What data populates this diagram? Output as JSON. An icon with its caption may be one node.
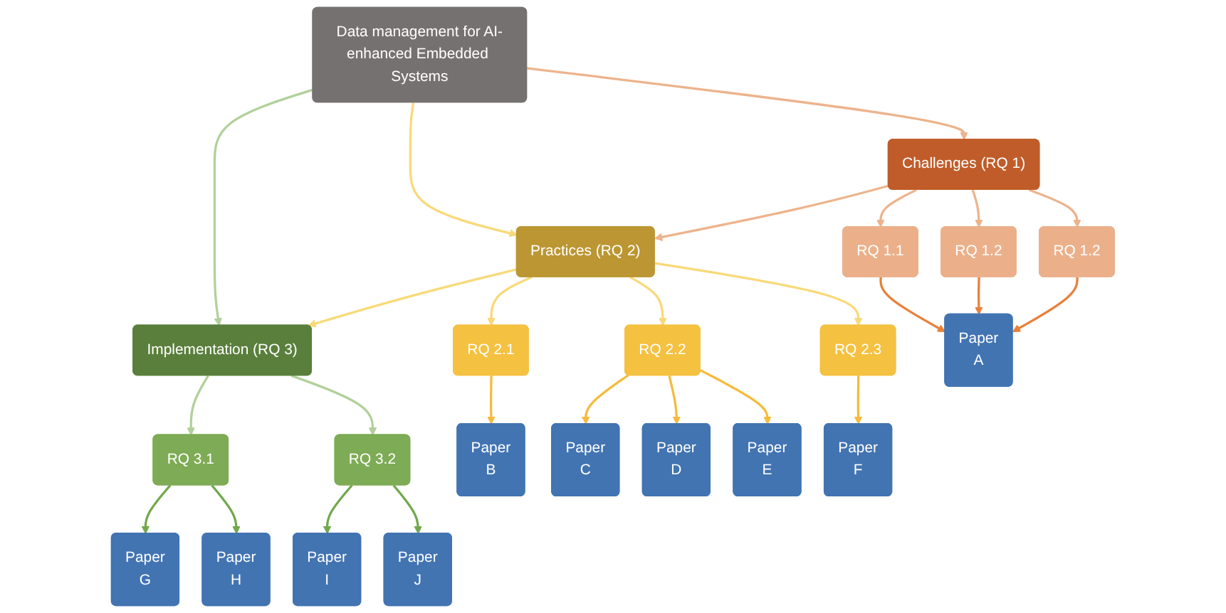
{
  "diagram": {
    "nodes": [
      {
        "text": [
          "Data management for AI-enhanced Embedded Systems"
        ]
      },
      {
        "text": [
          "Challenges (RQ 1)"
        ]
      },
      {
        "text": [
          "Practices (RQ 2)"
        ]
      },
      {
        "text": [
          "Implementation (RQ 3)"
        ]
      },
      {
        "text": [
          "RQ 1.1"
        ]
      },
      {
        "text": [
          "RQ 1.2"
        ]
      },
      {
        "text": [
          "RQ 1.2"
        ]
      },
      {
        "text": [
          "RQ 2.1"
        ]
      },
      {
        "text": [
          "RQ 2.2"
        ]
      },
      {
        "text": [
          "RQ 2.3"
        ]
      },
      {
        "text": [
          "RQ 3.1"
        ]
      },
      {
        "text": [
          "RQ 3.2"
        ]
      },
      {
        "text": [
          "Paper",
          "A"
        ]
      },
      {
        "text": [
          "Paper",
          "B"
        ]
      },
      {
        "text": [
          "Paper",
          "C"
        ]
      },
      {
        "text": [
          "Paper",
          "D"
        ]
      },
      {
        "text": [
          "Paper",
          "E"
        ]
      },
      {
        "text": [
          "Paper",
          "F"
        ]
      },
      {
        "text": [
          "Paper",
          "G"
        ]
      },
      {
        "text": [
          "Paper",
          "H"
        ]
      },
      {
        "text": [
          "Paper",
          "I"
        ]
      },
      {
        "text": [
          "Paper",
          "J"
        ]
      }
    ],
    "edges": [
      {
        "from": 0,
        "to": 1,
        "arrow": "to",
        "color": "#edb38c"
      },
      {
        "from": 0,
        "to": 2,
        "arrow": "to",
        "color": "#f9d978"
      },
      {
        "from": 0,
        "to": 3,
        "arrow": "to",
        "color": "#b1d09a"
      },
      {
        "from": 1,
        "to": 2,
        "arrow": "to",
        "color": "#edb38c"
      },
      {
        "from": 2,
        "to": 3,
        "arrow": "to",
        "color": "#f9d978"
      },
      {
        "from": 1,
        "to": 4,
        "arrow": "to",
        "color": "#edb38c"
      },
      {
        "from": 1,
        "to": 5,
        "arrow": "to",
        "color": "#edb38c"
      },
      {
        "from": 1,
        "to": 6,
        "arrow": "to",
        "color": "#edb38c"
      },
      {
        "from": 2,
        "to": 7,
        "arrow": "to",
        "color": "#f9d978"
      },
      {
        "from": 2,
        "to": 8,
        "arrow": "to",
        "color": "#f9d978"
      },
      {
        "from": 2,
        "to": 9,
        "arrow": "to",
        "color": "#f9d978"
      },
      {
        "from": 3,
        "to": 10,
        "arrow": "to",
        "color": "#b1d09a"
      },
      {
        "from": 3,
        "to": 11,
        "arrow": "to",
        "color": "#b1d09a"
      },
      {
        "from": 4,
        "to": 12,
        "arrow": "to",
        "color": "#e8803a"
      },
      {
        "from": 5,
        "to": 12,
        "arrow": "to",
        "color": "#e8803a"
      },
      {
        "from": 6,
        "to": 12,
        "arrow": "to",
        "color": "#e8803a"
      },
      {
        "from": 7,
        "to": 13,
        "arrow": "to",
        "color": "#f5bb3c"
      },
      {
        "from": 8,
        "to": 14,
        "arrow": "to",
        "color": "#f5bb3c"
      },
      {
        "from": 8,
        "to": 15,
        "arrow": "to",
        "color": "#f5bb3c"
      },
      {
        "from": 8,
        "to": 16,
        "arrow": "to",
        "color": "#f5bb3c"
      },
      {
        "from": 9,
        "to": 17,
        "arrow": "to",
        "color": "#f5bb3c"
      },
      {
        "from": 10,
        "to": 18,
        "arrow": "to",
        "color": "#71a84c"
      },
      {
        "from": 10,
        "to": 19,
        "arrow": "to",
        "color": "#71a84c"
      },
      {
        "from": 11,
        "to": 20,
        "arrow": "to",
        "color": "#71a84c"
      },
      {
        "from": 11,
        "to": 21,
        "arrow": "to",
        "color": "#71a84c"
      }
    ]
  }
}
